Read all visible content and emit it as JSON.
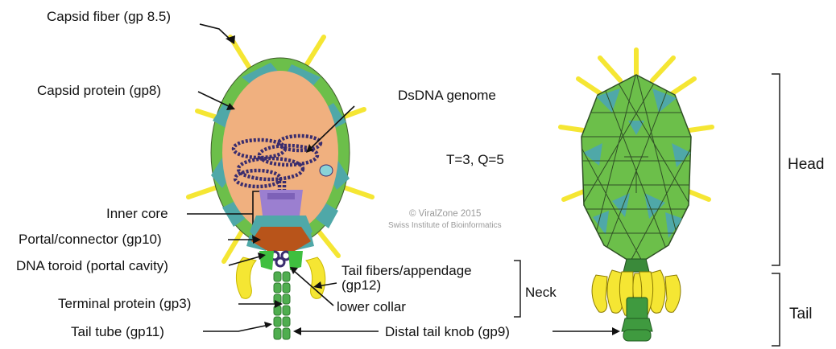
{
  "labels": {
    "capsid_fiber": "Capsid fiber (gp 8.5)",
    "capsid_protein": "Capsid protein (gp8)",
    "dsdna_genome": "DsDNA genome",
    "triangulation": "T=3, Q=5",
    "inner_core": "Inner core",
    "portal_connector": "Portal/connector (gp10)",
    "dna_toroid": "DNA toroid (portal cavity)",
    "tail_fibers_line1": "Tail fibers/appendage",
    "tail_fibers_line2": "(gp12)",
    "neck": "Neck",
    "terminal_protein": "Terminal protein (gp3)",
    "lower_collar": "lower collar",
    "tail_tube": "Tail tube (gp11)",
    "distal_tail_knob": "Distal tail knob (gp9)",
    "head": "Head",
    "tail": "Tail"
  },
  "watermark": {
    "line1": "© ViralZone 2015",
    "line2": "Swiss Institute of Bioinformatics"
  },
  "colors": {
    "capsid_green": "#6cbf4a",
    "capsid_teal": "#4fa8a8",
    "fiber_yellow": "#f5e633",
    "interior_peach": "#f0b07f",
    "dna_purple": "#3a2d6e",
    "portal_orange": "#b8541a",
    "core_purple": "#9b7fd0",
    "tail_green": "#3f9a3f"
  }
}
